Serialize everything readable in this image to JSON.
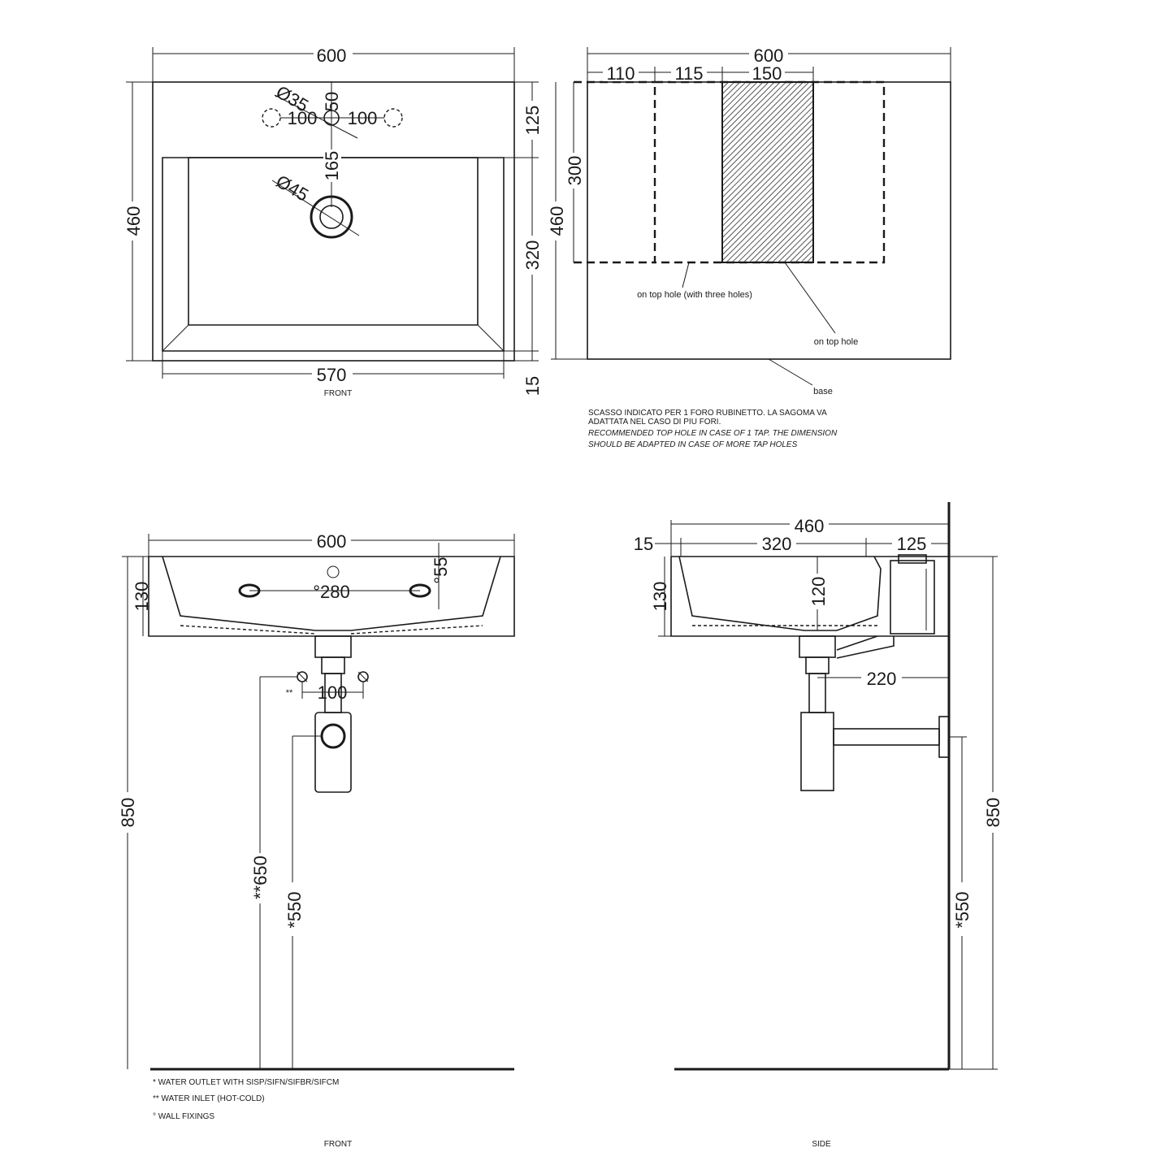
{
  "colors": {
    "line": "#1a1a1a",
    "background": "#ffffff",
    "hatch": "#555555"
  },
  "top_front": {
    "dim_width": "600",
    "dim_height": "460",
    "dim_inner_width": "570",
    "dim_rim": "125",
    "dim_basin": "320",
    "dim_edge": "15",
    "dim_tap_dia": "Ø35",
    "dim_tap_offset": "50",
    "dim_left_hole": "100",
    "dim_right_hole": "100",
    "dim_drain_dist": "165",
    "dim_drain_dia": "Ø45",
    "view_label": "FRONT"
  },
  "top_right": {
    "dim_width": "600",
    "dim_a": "110",
    "dim_b": "115",
    "dim_c": "150",
    "dim_depth": "300",
    "dim_height": "460",
    "label_three_holes": "on top hole (with three holes)",
    "label_top_hole": "on top hole",
    "label_base": "base",
    "note_it_1": "SCASSO INDICATO PER 1 FORO RUBINETTO. LA SAGOMA VA",
    "note_it_2": "ADATTATA NEL CASO DI PIU FORI.",
    "note_en_1": "RECOMMENDED TOP HOLE IN CASE OF 1 TAP. THE DIMENSION",
    "note_en_2": "SHOULD BE ADAPTED IN CASE OF MORE TAP HOLES"
  },
  "bottom_front": {
    "dim_width": "600",
    "dim_280": "°280",
    "dim_55": "°55",
    "dim_130": "130",
    "dim_100": "100",
    "dim_100_prefix": "**",
    "dim_850": "850",
    "dim_650": "**650",
    "dim_550": "*550",
    "legend_1": "*  WATER OUTLET WITH SISP/SIFN/SIFBR/SIFCM",
    "legend_2": "** WATER INLET  (HOT-COLD)",
    "legend_3": "° WALL FIXINGS",
    "view_label": "FRONT"
  },
  "bottom_side": {
    "dim_460": "460",
    "dim_15": "15",
    "dim_320": "320",
    "dim_125": "125",
    "dim_130": "130",
    "dim_120": "120",
    "dim_220": "220",
    "dim_850": "850",
    "dim_550": "*550",
    "view_label": "SIDE"
  }
}
